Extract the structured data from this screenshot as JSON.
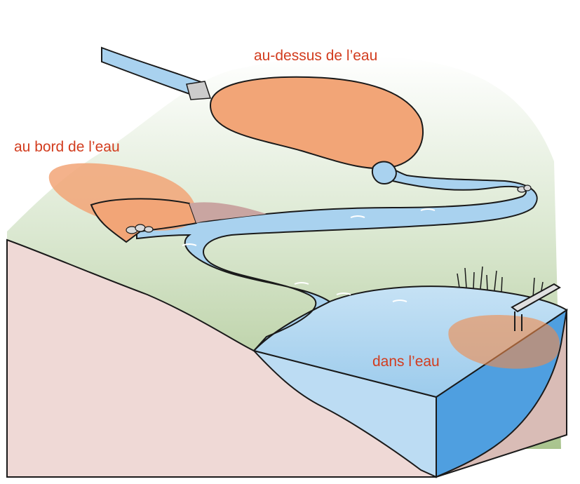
{
  "labels": {
    "above_water": "au-dessus de l’eau",
    "water_edge": "au bord de l’eau",
    "in_water": "dans l’eau"
  },
  "colors": {
    "label_text": "#d23c1e",
    "zone_highlight": "#f2a577",
    "water": "#a9d2ef",
    "water_deep": "#4f9fe0",
    "ground": "#efd9d6",
    "grass": "#9fbe84"
  }
}
